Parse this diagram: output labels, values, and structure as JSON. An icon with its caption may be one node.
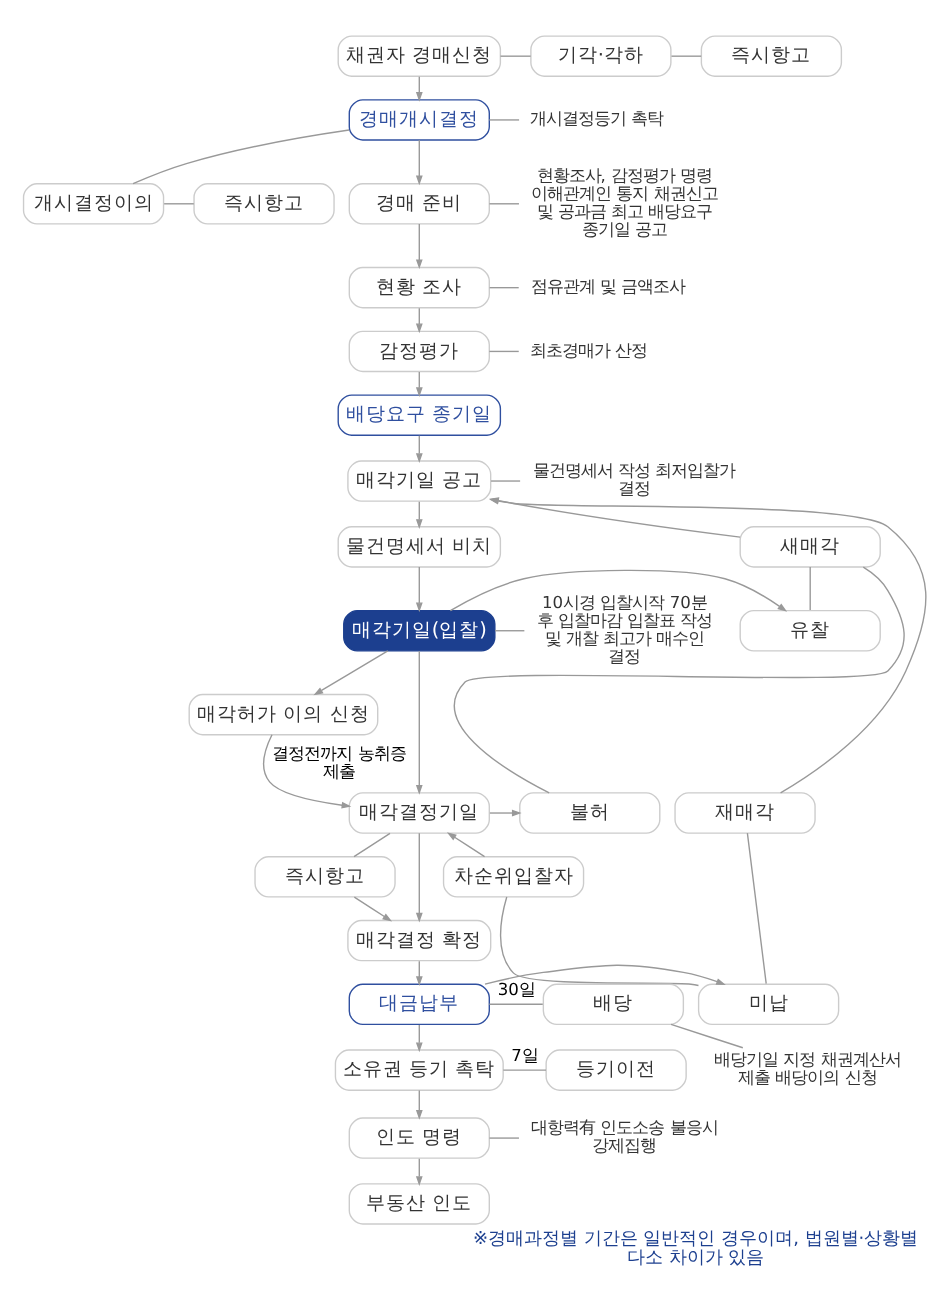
{
  "diagram": {
    "caption": "※경매과정별 기간은 일반적인 경우이며, 법원별·상황별 다소 차이가 있음",
    "nodes": [
      {
        "text": [
          "채권자 경매신청"
        ]
      },
      {
        "text": [
          "기각·각하"
        ]
      },
      {
        "text": [
          "즉시항고"
        ]
      },
      {
        "text": [
          "경매개시결정"
        ]
      },
      {
        "text": [
          "개시결정이의"
        ]
      },
      {
        "text": [
          "즉시항고"
        ]
      },
      {
        "text": [
          "경매 준비"
        ]
      },
      {
        "text": [
          "현황 조사"
        ]
      },
      {
        "text": [
          "감정평가"
        ]
      },
      {
        "text": [
          "배당요구 종기일"
        ]
      },
      {
        "text": [
          "매각기일 공고"
        ]
      },
      {
        "text": [
          "물건명세서 비치"
        ]
      },
      {
        "text": [
          "매각기일(입찰)"
        ]
      },
      {
        "text": [
          "유찰"
        ]
      },
      {
        "text": [
          "매각허가 이의 신청"
        ]
      },
      {
        "text": [
          "매각결정기일"
        ]
      },
      {
        "text": [
          "불허"
        ]
      },
      {
        "text": [
          "즉시항고"
        ]
      },
      {
        "text": [
          "차순위입찰자"
        ]
      },
      {
        "text": [
          "매각결정 확정"
        ]
      },
      {
        "text": [
          "미납"
        ]
      },
      {
        "text": [
          "대금납부"
        ]
      },
      {
        "text": [
          "배당"
        ]
      },
      {
        "text": [
          "소유권 등기 촉탁"
        ]
      },
      {
        "text": [
          "등기이전"
        ]
      },
      {
        "text": [
          "인도 명령"
        ]
      },
      {
        "text": [
          "부동산 인도"
        ]
      },
      {
        "text": [
          "새매각"
        ]
      },
      {
        "text": [
          "재매각"
        ]
      },
      {
        "text": [
          "개시결정등기 촉탁"
        ]
      },
      {
        "text": [
          "현황조사, 감정평가 명령 이해관계인 통지 채권신고 및 공과금 최고 배당요구 종기일 공고"
        ]
      },
      {
        "text": [
          "점유관계 및 금액조사"
        ]
      },
      {
        "text": [
          "최초경매가 산정"
        ]
      },
      {
        "text": [
          "물건명세서 작성 최저입찰가 결정"
        ]
      },
      {
        "text": [
          "10시경 입찰시작 70분 후 입찰마감 입찰표 작성 및 개찰 최고가 매수인 결정"
        ]
      },
      {
        "text": [
          "배당기일 지정 채권계산서 제출 배당이의 신청"
        ]
      },
      {
        "text": [
          "대항력有 인도소송 불응시 강제집행"
        ]
      }
    ],
    "edges": [
      {
        "from": 0,
        "to": 3,
        "arrow": "to"
      },
      {
        "from": 0,
        "to": 1,
        "arrow": "none"
      },
      {
        "from": 1,
        "to": 2,
        "arrow": "none"
      },
      {
        "from": 3,
        "to": 29,
        "arrow": "none"
      },
      {
        "from": 3,
        "to": 4,
        "arrow": "none"
      },
      {
        "from": 4,
        "to": 5,
        "arrow": "none"
      },
      {
        "from": 3,
        "to": 6,
        "arrow": "to"
      },
      {
        "from": 6,
        "to": 30,
        "arrow": "none"
      },
      {
        "from": 6,
        "to": 7,
        "arrow": "to"
      },
      {
        "from": 7,
        "to": 31,
        "arrow": "none"
      },
      {
        "from": 7,
        "to": 8,
        "arrow": "to"
      },
      {
        "from": 8,
        "to": 32,
        "arrow": "none"
      },
      {
        "from": 8,
        "to": 9,
        "arrow": "to"
      },
      {
        "from": 9,
        "to": 10,
        "arrow": "to"
      },
      {
        "from": 10,
        "to": 33,
        "arrow": "none"
      },
      {
        "from": 10,
        "to": 11,
        "arrow": "to"
      },
      {
        "from": 11,
        "to": 12,
        "arrow": "to"
      },
      {
        "from": 12,
        "to": 34,
        "arrow": "none"
      },
      {
        "from": 12,
        "to": 13,
        "arrow": "to"
      },
      {
        "from": 12,
        "to": 14,
        "arrow": "to"
      },
      {
        "from": 14,
        "to": 15,
        "arrow": "to",
        "label": "결정전까지 농취증 제출"
      },
      {
        "from": 12,
        "to": 15,
        "arrow": "to"
      },
      {
        "from": 15,
        "to": 16,
        "arrow": "to"
      },
      {
        "from": 13,
        "to": 27,
        "arrow": "none"
      },
      {
        "from": 16,
        "to": 27,
        "arrow": "none"
      },
      {
        "from": 27,
        "to": 10,
        "arrow": "to"
      },
      {
        "from": 15,
        "to": 17,
        "arrow": "none"
      },
      {
        "from": 17,
        "to": 19,
        "arrow": "to"
      },
      {
        "from": 15,
        "to": 19,
        "arrow": "to"
      },
      {
        "from": 18,
        "to": 15,
        "arrow": "to"
      },
      {
        "from": 20,
        "to": 18,
        "arrow": "none"
      },
      {
        "from": 19,
        "to": 21,
        "arrow": "to"
      },
      {
        "from": 21,
        "to": 20,
        "arrow": "to"
      },
      {
        "from": 20,
        "to": 28,
        "arrow": "none"
      },
      {
        "from": 28,
        "to": 10,
        "arrow": "to"
      },
      {
        "from": 21,
        "to": 22,
        "arrow": "none",
        "label": "30일"
      },
      {
        "from": 22,
        "to": 35,
        "arrow": "none"
      },
      {
        "from": 21,
        "to": 23,
        "arrow": "to"
      },
      {
        "from": 23,
        "to": 24,
        "arrow": "none",
        "label": "7일"
      },
      {
        "from": 23,
        "to": 25,
        "arrow": "to"
      },
      {
        "from": 25,
        "to": 36,
        "arrow": "none"
      },
      {
        "from": 25,
        "to": 26,
        "arrow": "to"
      }
    ]
  }
}
